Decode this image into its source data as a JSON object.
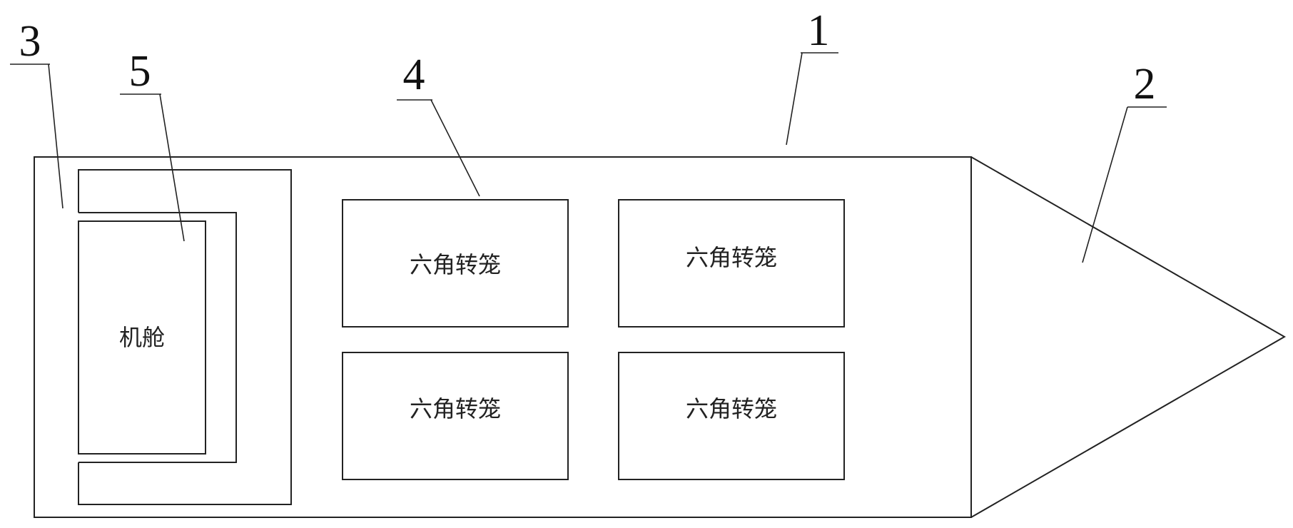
{
  "callouts": {
    "hull": "1",
    "bow": "2",
    "stern_frame": "3",
    "cage_ref": "4",
    "cabin_ref": "5"
  },
  "labels": {
    "cabin": "机舱",
    "cage_1": "六角转笼",
    "cage_2": "六角转笼",
    "cage_3": "六角转笼",
    "cage_4": "六角转笼"
  }
}
